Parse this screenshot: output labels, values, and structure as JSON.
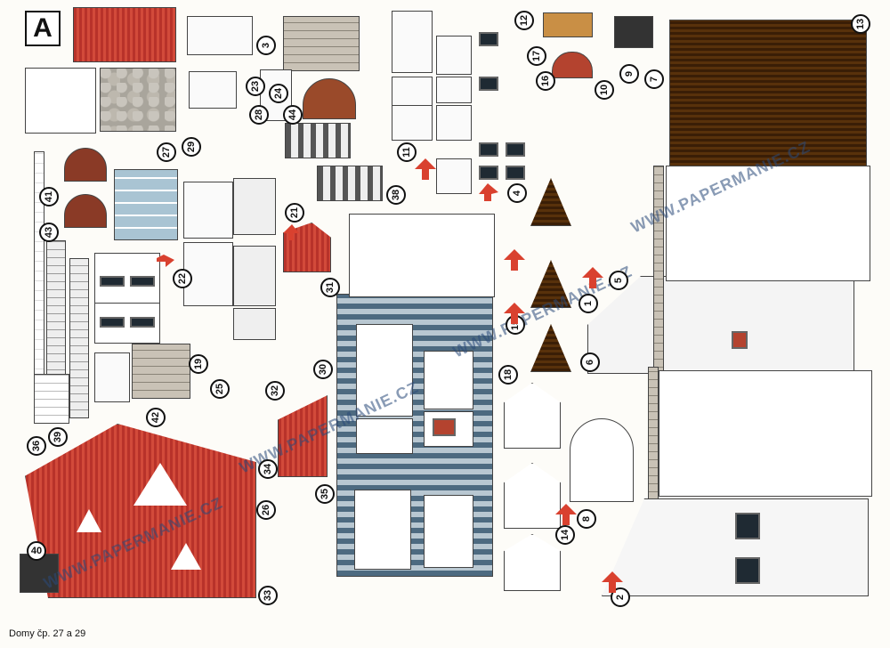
{
  "sheet": {
    "letter": "A",
    "caption": "Domy čp. 27 a 29",
    "watermark": "WWW.PAPERMANIE.CZ"
  },
  "part_numbers": [
    "3",
    "24",
    "23",
    "44",
    "28",
    "27",
    "29",
    "41",
    "43",
    "21",
    "22",
    "19",
    "25",
    "31",
    "32",
    "30",
    "36",
    "39",
    "42",
    "34",
    "35",
    "26",
    "33",
    "40",
    "11",
    "38",
    "4",
    "5",
    "1",
    "18",
    "15",
    "6",
    "17",
    "16",
    "12",
    "10",
    "9",
    "7",
    "13",
    "14",
    "8",
    "2"
  ],
  "colors": {
    "roof_red": "#c43a2e",
    "shingle_brown": "#8a6630",
    "stone_grey": "#bdb6aa",
    "wall_blue": "#4d6a80",
    "arrow_red": "#d9412f"
  }
}
